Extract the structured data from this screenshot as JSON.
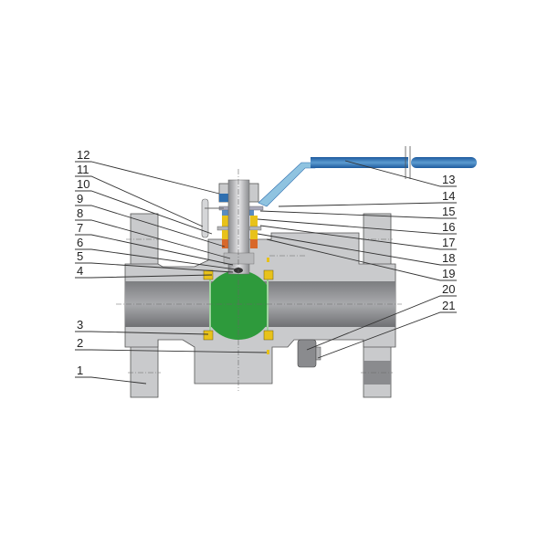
{
  "title_none": null,
  "colors": {
    "body": "#c9cacc",
    "ball": "#2e9a3c",
    "seat": "#e8c21a",
    "packing": "#d8682a",
    "handle": "#2f6fb0",
    "handle_light": "#8fc3e0"
  },
  "left_labels": [
    "12",
    "11",
    "10",
    "9",
    "8",
    "7",
    "6",
    "5",
    "4",
    "3",
    "2",
    "1"
  ],
  "right_labels": [
    "13",
    "14",
    "15",
    "16",
    "17",
    "18",
    "19",
    "20",
    "21"
  ]
}
